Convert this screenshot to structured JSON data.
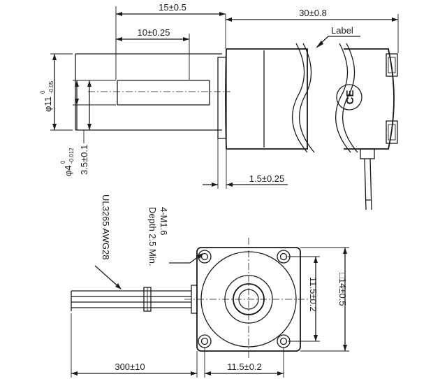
{
  "side_view": {
    "dim_overall_shaft": "15±0.5",
    "dim_body_length": "30±0.8",
    "dim_flat_length": "10±0.25",
    "dim_pilot_thickness": "1.5±0.25",
    "label_callout": "Label",
    "body_dia": {
      "symbol": "φ11",
      "upper": "0",
      "lower": "-0.05"
    },
    "shaft_dia": {
      "symbol": "φ4",
      "upper": "0",
      "lower": "-0.012"
    },
    "dim_flat_depth": "3.5±0.1",
    "ce_mark": "CE"
  },
  "end_view": {
    "cable_spec": "UL3265 AWG28",
    "thread_spec": "4-M1.6",
    "thread_depth": "Depth 2.5 Min.",
    "dim_square": "□14±0.5",
    "dim_hole_spacing_v": "11.5±0.2",
    "dim_hole_spacing_h": "11.5±0.2",
    "dim_lead_length": "300±10"
  }
}
